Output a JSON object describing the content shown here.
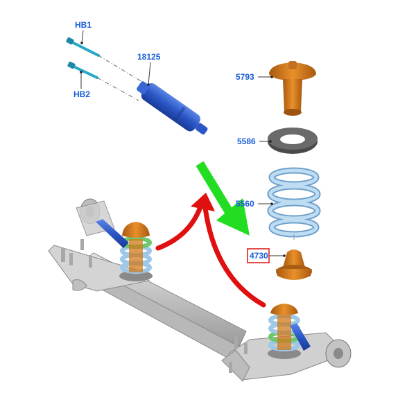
{
  "labels": {
    "hb1": "HB1",
    "hb2": "HB2",
    "shock": "18125",
    "bump_stop_top": "5793",
    "seat": "5586",
    "spring": "5560",
    "bump_stop_lower": "4730"
  },
  "colors": {
    "label_text": "#1a5fd6",
    "highlight_box": "#e02020",
    "shock_body": "#2a56c6",
    "bolt": "#27a8c8",
    "spring": "#9ec8e8",
    "rubber": "#d07a1a",
    "seat": "#5a5a5a",
    "axle": "#c8c8c8",
    "arrow_green": "#22dd22",
    "arrow_red": "#e01010"
  },
  "icons": {
    "green_arrow": "arrow-down-right-icon",
    "red_arrows": "curved-arrow-icon"
  }
}
